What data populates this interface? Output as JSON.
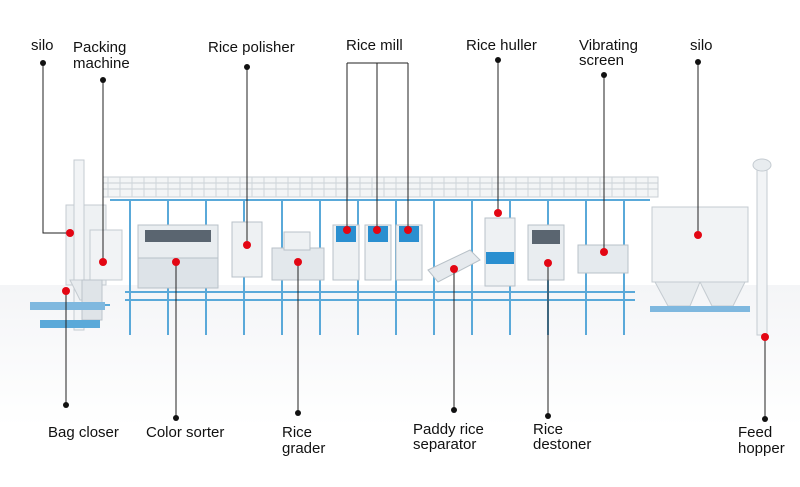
{
  "labels": {
    "silo_left": "silo",
    "packing_machine_1": "Packing",
    "packing_machine_2": "machine",
    "rice_polisher": "Rice polisher",
    "rice_mill": "Rice mill",
    "rice_huller": "Rice huller",
    "vibrating_screen_1": "Vibrating",
    "vibrating_screen_2": "screen",
    "silo_right": "silo",
    "bag_closer": "Bag closer",
    "color_sorter": "Color sorter",
    "rice_grader_1": "Rice",
    "rice_grader_2": "grader",
    "paddy_separator_1": "Paddy rice",
    "paddy_separator_2": "separator",
    "rice_destoner_1": "Rice",
    "rice_destoner_2": "destoner",
    "feed_hopper_1": "Feed",
    "feed_hopper_2": "hopper"
  },
  "colors": {
    "leader_dot_top": "#111111",
    "leader_dot_machine": "#e30613",
    "machine_blue": "#2a8fd0",
    "frame_blue": "#5aa9d9",
    "machine_white": "#e8ecef"
  }
}
